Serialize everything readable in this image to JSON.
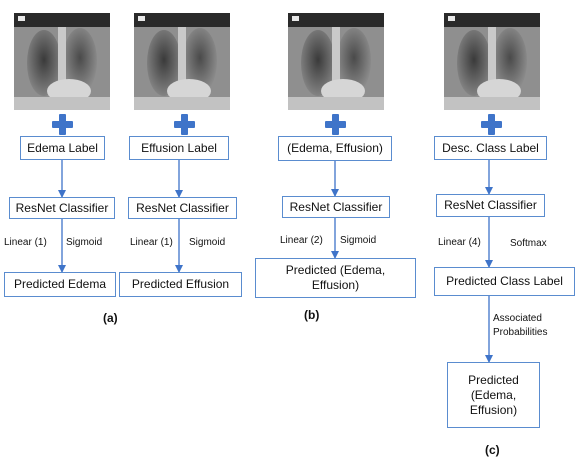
{
  "panels": [
    {
      "caption": "(a)",
      "columns": [
        {
          "label_box": "Edema Label",
          "classifier": "ResNet Classifier",
          "linear": "Linear (1)",
          "activation": "Sigmoid",
          "prediction": "Predicted Edema"
        },
        {
          "label_box": "Effusion Label",
          "classifier": "ResNet Classifier",
          "linear": "Linear (1)",
          "activation": "Sigmoid",
          "prediction": "Predicted Effusion"
        }
      ]
    },
    {
      "caption": "(b)",
      "columns": [
        {
          "label_box": "(Edema, Effusion)",
          "classifier": "ResNet Classifier",
          "linear": "Linear (2)",
          "activation": "Sigmoid",
          "prediction": "Predicted (Edema, Effusion)"
        }
      ]
    },
    {
      "caption": "(c)",
      "columns": [
        {
          "label_box": "Desc. Class Label",
          "classifier": "ResNet Classifier",
          "linear": "Linear (4)",
          "activation": "Softmax",
          "prediction": "Predicted Class Label",
          "extra_edge_label": "Associated Probabilities",
          "final_output": "Predicted (Edema, Effusion)"
        }
      ]
    }
  ],
  "colors": {
    "box_border": "#5a8ccf",
    "arrow": "#3f74c9",
    "plus": "#3f74c9"
  }
}
